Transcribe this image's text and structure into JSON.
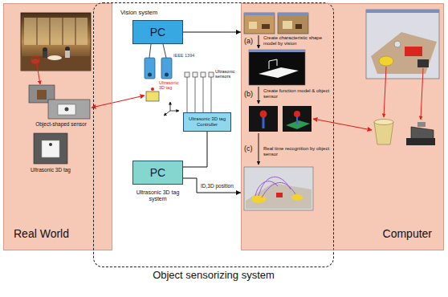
{
  "diagram": {
    "nodes": [
      {
        "text": [
          "Real World"
        ]
      },
      {
        "text": [
          "Object sensorizing system"
        ]
      },
      {
        "text": [
          "PC"
        ],
        "in": 1
      },
      {
        "text": [
          "Ultrasonic 3D tag Controller"
        ],
        "in": 1
      },
      {
        "text": [
          "PC"
        ],
        "in": 1
      },
      {
        "text": [
          "Computer"
        ]
      }
    ],
    "edges": [
      {
        "from": 2,
        "to": 5,
        "arrow": "to"
      },
      {
        "from": 3,
        "to": 4,
        "arrow": "none"
      },
      {
        "from": 4,
        "to": 5,
        "label": "ID,3D position",
        "arrow": "to"
      }
    ],
    "labels": [
      "Vision system",
      "IEEE 1394",
      "Ultrasonic sensors",
      "Ultrasonic 3D tag",
      "Ultrasonic 3D tag system",
      "Object-shaped sensor",
      "Ultrasonic 3D tag",
      "(a)",
      "Create characteristic shape model by vision",
      "(b)",
      "Create function model & object sensor",
      "(c)",
      "Real time recognition by object sensor"
    ]
  }
}
